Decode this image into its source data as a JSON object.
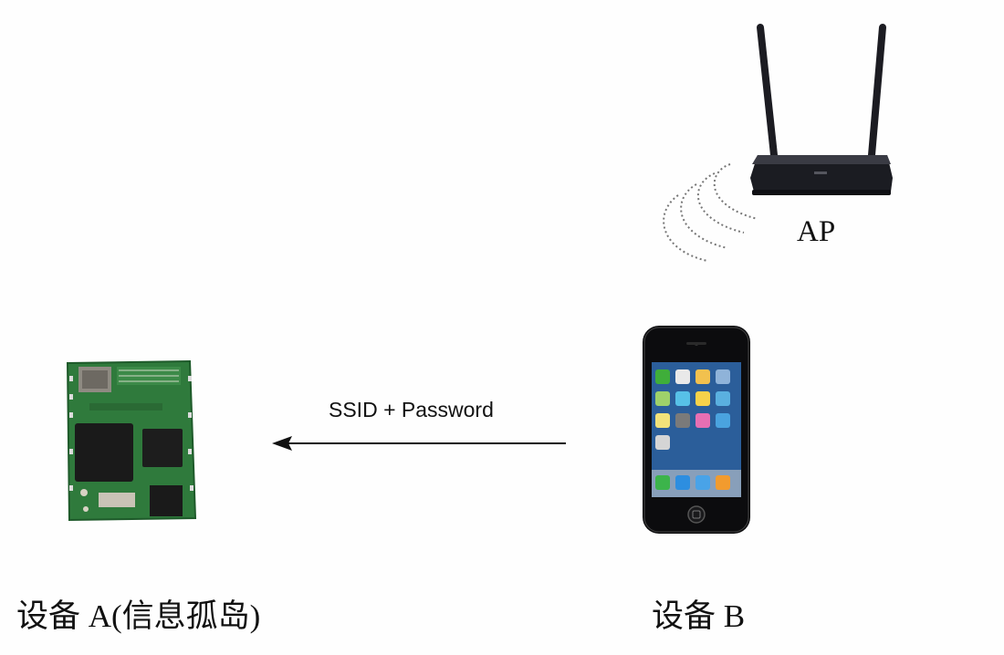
{
  "diagram": {
    "ap_label": "AP",
    "arrow_label": "SSID + Password",
    "device_a_label": "设备 A(信息孤岛)",
    "device_b_label": "设备 B"
  },
  "icons": {
    "router": "router-icon",
    "wifi_signal": "wifi-signal-icon",
    "phone": "smartphone-icon",
    "module": "wifi-module-board-icon"
  },
  "colors": {
    "router_body": "#1b1c22",
    "board_green": "#2f7a3c",
    "phone_body": "#0c0c0e",
    "arrow": "#111111"
  }
}
